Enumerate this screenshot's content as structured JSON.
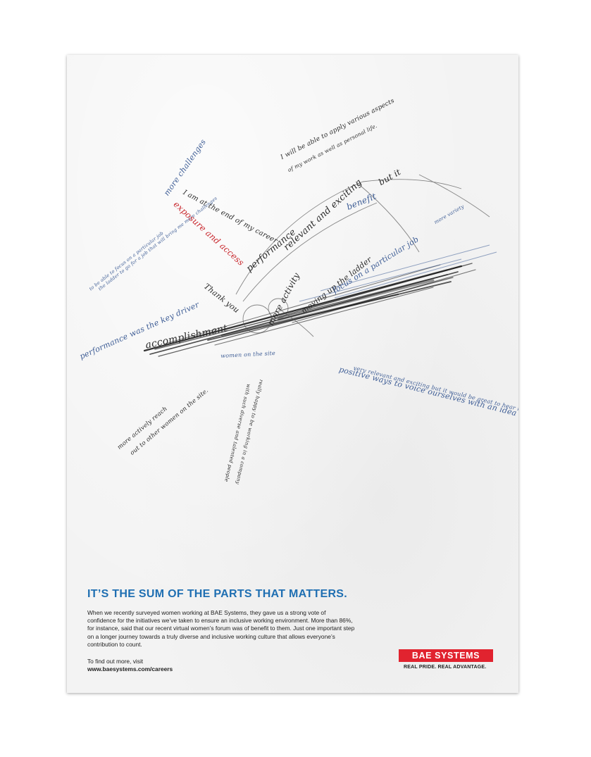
{
  "headline": "IT’S THE SUM OF THE PARTS THAT MATTERS.",
  "body": "When we recently surveyed women working at BAE Systems, they gave us a strong vote of confidence for the initiatives we’ve taken to ensure an inclusive working environment. More than 86%, for instance, said that our recent virtual women’s forum was of benefit to them. Just one important step on a longer journey towards a truly diverse and inclusive working culture that allows everyone’s contribution to count.",
  "cta": {
    "lead": "To find out more, visit",
    "url": "www.baesystems.com/careers"
  },
  "logo": {
    "name": "BAE SYSTEMS",
    "tagline": "REAL PRIDE. REAL ADVANTAGE."
  },
  "script_phrases": [
    "I will be able to apply various aspects",
    "of my work as well as personal life.",
    "more challenges",
    "I am at the end of my career",
    "exposure and access",
    "performance",
    "relevant and exciting",
    "but it",
    "benefit",
    "moving up the ladder",
    "focus on a particular job",
    "performance was the key driver",
    "accomplishment",
    "Thank you",
    "women on the site",
    "more activity",
    "very relevant and exciting but it would be great to hear more about",
    "positive ways to voice ourselves with an idea or problems.",
    "more actively reach",
    "out to other women on the site.",
    "really happy to be working in a company",
    "with such diverse and talented people",
    "to be able to focus on a particular job",
    "the ladder to go for a job that will bring me more challenges",
    "more variety"
  ],
  "colors": {
    "headline": "#1f6fb2",
    "logo_bg": "#e1232f",
    "script_dark": "#2a2a2a",
    "script_blue": "#3f5e96",
    "script_red": "#c8262c"
  }
}
